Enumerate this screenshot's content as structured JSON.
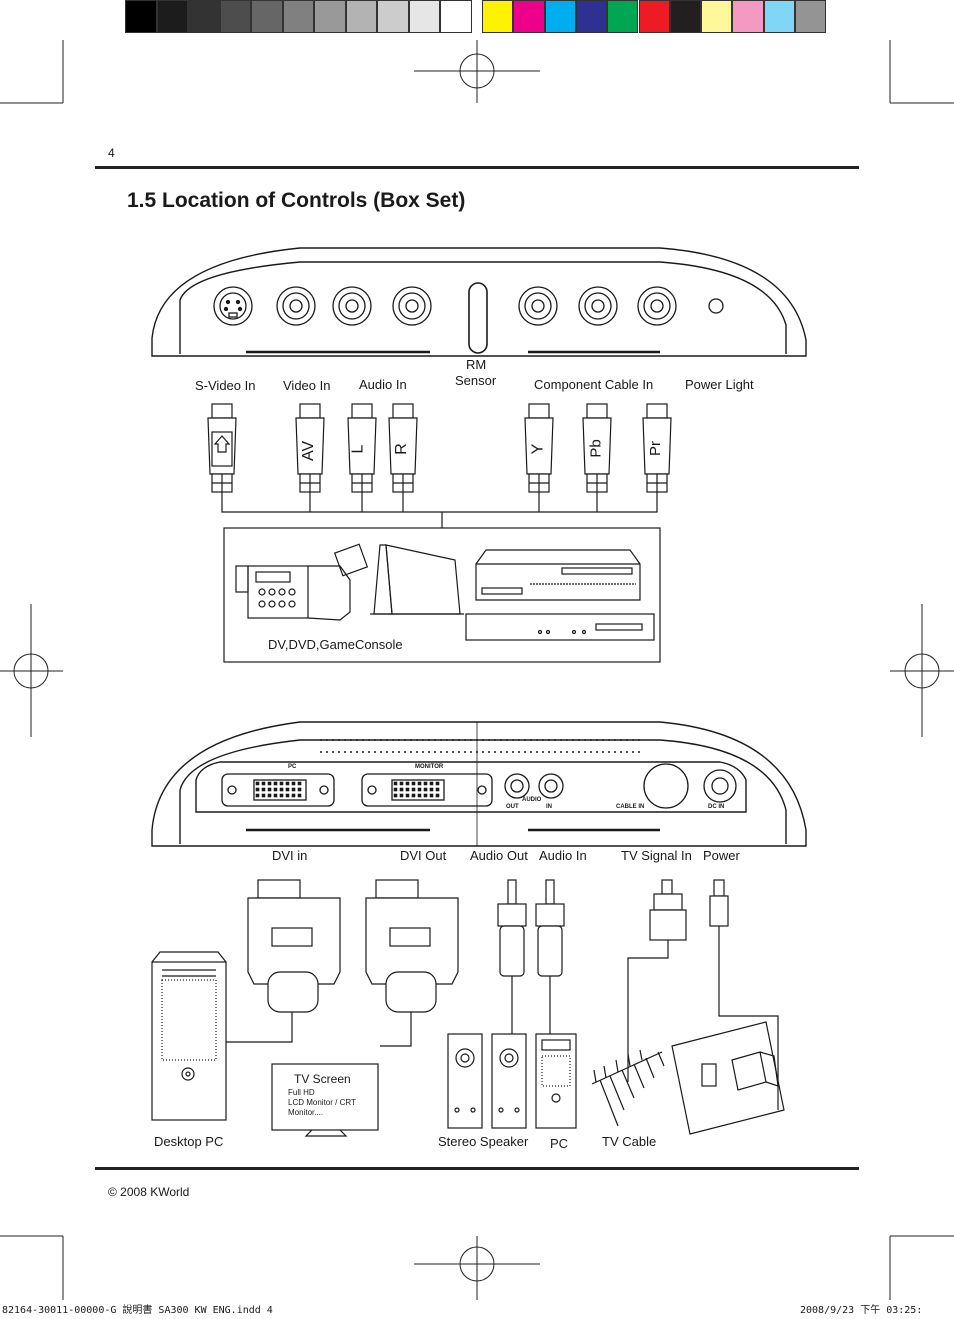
{
  "page_number": "4",
  "title": "1.5 Location of Controls (Box Set)",
  "top_panel": {
    "rm_line1": "RM",
    "rm_line2": "Sensor",
    "labels": {
      "svideo": "S-Video In",
      "video": "Video In",
      "audio": "Audio In",
      "component": "Component Cable In",
      "power_light": "Power Light"
    },
    "plugs": {
      "av": "AV",
      "l": "L",
      "r": "R",
      "y": "Y",
      "pb": "Pb",
      "pr": "Pr"
    },
    "devices_label": "DV,DVD,GameConsole"
  },
  "bottom_panel": {
    "port_marks": {
      "pc": "PC",
      "monitor": "MONITOR",
      "audio": "AUDIO",
      "out": "OUT",
      "in": "IN",
      "cable_in": "CABLE IN",
      "dc_in": "DC IN"
    },
    "labels": {
      "dvi_in": "DVI in",
      "dvi_out": "DVI Out",
      "audio_out": "Audio Out",
      "audio_in": "Audio In",
      "tv_signal": "TV Signal In",
      "power": "Power"
    },
    "tv_screen": {
      "title": "TV Screen",
      "line1": "Full HD",
      "line2": "LCD Monitor / CRT",
      "line3": "Monitor...."
    },
    "devices": {
      "desktop_pc": "Desktop PC",
      "stereo_speaker": "Stereo Speaker",
      "pc": "PC",
      "tv_cable": "TV Cable"
    }
  },
  "copyright": "© 2008 KWorld",
  "slug_left": "82164-30011-00000-G 說明書 SA300 KW ENG.indd   4",
  "slug_right": "2008/9/23   下午 03:25:",
  "color_bar": {
    "grays": [
      "#000000",
      "#1c1c1c",
      "#333333",
      "#4d4d4d",
      "#666666",
      "#808080",
      "#999999",
      "#b3b3b3",
      "#cccccc",
      "#e6e6e6",
      "#ffffff"
    ],
    "colors": [
      "#fff200",
      "#ec008c",
      "#00aeef",
      "#2e3192",
      "#00a651",
      "#ed1c24",
      "#231f20",
      "#fff799",
      "#f49ac2",
      "#7fd6f7",
      "#949494"
    ]
  }
}
